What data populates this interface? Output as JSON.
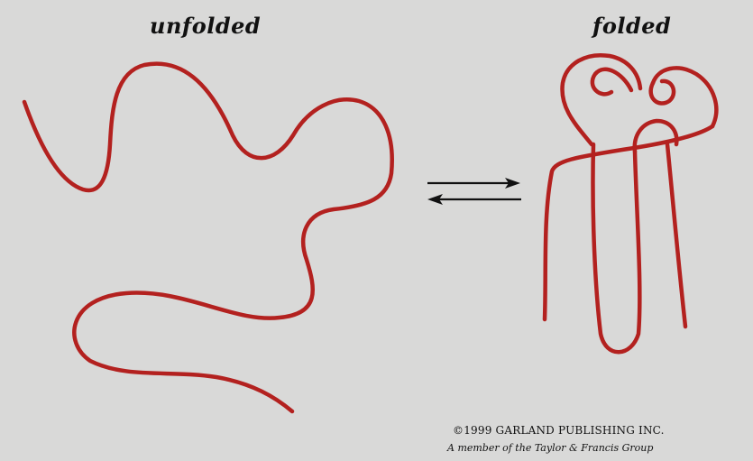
{
  "labels": {
    "unfolded": "unfolded",
    "folded": "folded"
  },
  "credits": {
    "copyright": "©1999 GARLAND PUBLISHING INC.",
    "member": "A member of the Taylor & Francis Group"
  },
  "colors": {
    "background": "#d9d9d8",
    "chain": "#b3211f",
    "arrow": "#111111"
  },
  "icons": {
    "equilibrium": "equilibrium-arrows-icon"
  }
}
